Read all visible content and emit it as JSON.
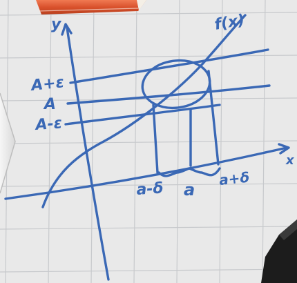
{
  "colors": {
    "ink": "#3a68b5",
    "paper": "#e9e9e9",
    "grid": "#c7c9cc",
    "marker": "#d9512c",
    "marker_cap": "#f4efe6",
    "foreground": "#1c1c1c",
    "panel": "#f1f1f1"
  },
  "diagram": {
    "function_label": "f(x)",
    "y_axis_label": "y",
    "x_axis_label": "x",
    "y_labels": {
      "upper": "A+ε",
      "center": "A",
      "lower": "A-ε"
    },
    "x_labels": {
      "left": "a-δ",
      "center": "a",
      "right": "a+δ"
    }
  }
}
